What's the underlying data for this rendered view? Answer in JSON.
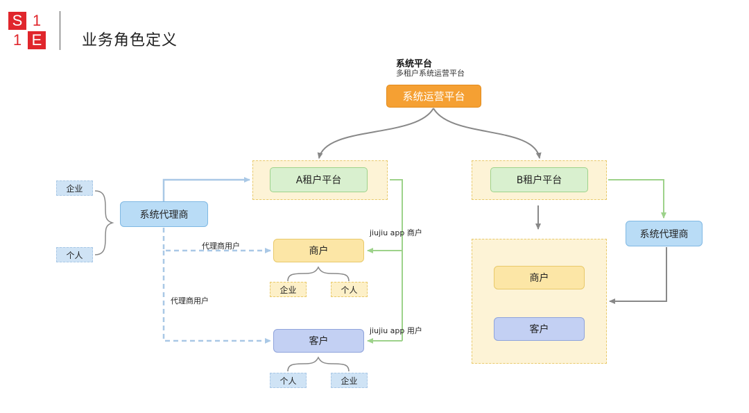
{
  "header": {
    "logo": [
      "S",
      "1",
      "1",
      "E"
    ],
    "title": "业务角色定义"
  },
  "platform": {
    "heading": "系统平台",
    "subheading": "多租户系统运营平台",
    "ops_label": "系统运营平台"
  },
  "tenant_a": {
    "name": "A租户平台",
    "agent": "系统代理商",
    "agent_types": [
      "企业",
      "个人"
    ],
    "merchant": "商户",
    "merchant_types": [
      "企业",
      "个人"
    ],
    "customer": "客户",
    "customer_types": [
      "个人",
      "企业"
    ],
    "edge_agent_merchant": "代理商用户",
    "edge_agent_customer": "代理商用户",
    "edge_app_merchant": "jiujiu app 商户",
    "edge_app_customer": "jiujiu app 用户"
  },
  "tenant_b": {
    "name": "B租户平台",
    "agent": "系统代理商",
    "merchant": "商户",
    "customer": "客户"
  },
  "colors": {
    "logo_red": "#e0262c",
    "ops_orange": "#f5a033",
    "tenant_green": "#d9f0cf",
    "agent_blue": "#b9dcf6",
    "merchant_yellow": "#fce6a6",
    "customer_blue": "#c3d0f3",
    "arrow_gray": "#888888",
    "arrow_green": "#9dd28a",
    "arrow_blue": "#a9c8e6"
  }
}
